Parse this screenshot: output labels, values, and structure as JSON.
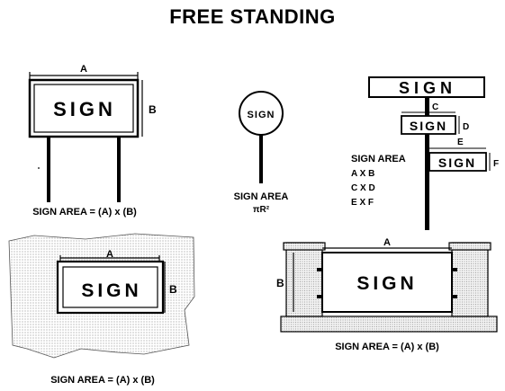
{
  "page_title": "FREE STANDING",
  "sign_word": "SIGN",
  "labels": {
    "a": "A",
    "b": "B",
    "c": "C",
    "d": "D",
    "e": "E",
    "f": "F"
  },
  "captions": {
    "rect_sign": "SIGN AREA = (A) x (B)",
    "round_sign_line1": "SIGN AREA",
    "round_sign_line2": "πR²",
    "multi_sign_line1": "SIGN AREA",
    "multi_sign_line2": "A X B",
    "multi_sign_line3": "C X D",
    "multi_sign_line4": "E X F",
    "wall_sign": "SIGN AREA = (A) x (B)",
    "monument_sign": "SIGN AREA = (A) x (B)"
  },
  "colors": {
    "ink": "#000000",
    "paper": "#ffffff",
    "stipple": "#d9d9d9"
  }
}
